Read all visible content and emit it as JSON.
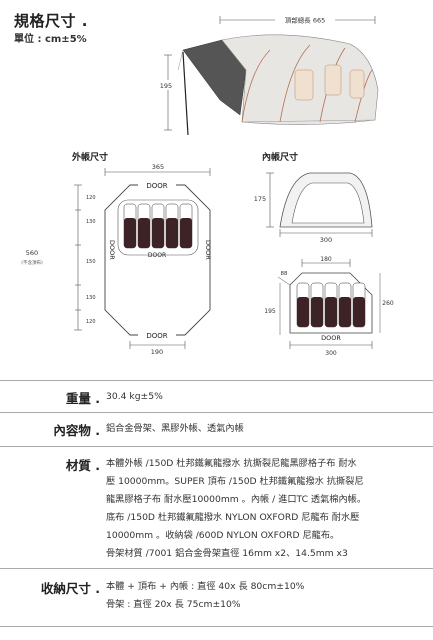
{
  "header": {
    "title": "規格尺寸 .",
    "unit": "單位 : cm±5%"
  },
  "top_diagram": {
    "top_length": "頂部總長 665",
    "height": "195"
  },
  "outer_tent": {
    "label": "外帳尺寸",
    "width_top": "365",
    "width_bottom": "190",
    "length": "560",
    "length_note": "(不含頂布)",
    "segments": [
      "120",
      "130",
      "150",
      "130",
      "120"
    ],
    "door_label": "DOOR"
  },
  "inner_tent": {
    "label": "內帳尺寸",
    "height": "175",
    "width": "300",
    "plan_top": "180",
    "plan_corner": "88",
    "plan_depth": "195",
    "plan_width": "300",
    "plan_height": "260",
    "door_label": "DOOR"
  },
  "specs": [
    {
      "label": "重量 .",
      "lines": [
        "30.4 kg±5%"
      ]
    },
    {
      "label": "內容物 .",
      "lines": [
        "鋁合金骨架、黑膠外帳、透氣內帳"
      ]
    },
    {
      "label": "材質 .",
      "lines": [
        "本體外帳 /150D 杜邦鐵氟龍撥水 抗撕裂尼龍黑膠格子布 耐水",
        "壓 10000mm。SUPER 頂布 /150D 杜邦鐵氟龍撥水 抗撕裂尼",
        "龍黑膠格子布 耐水壓10000mm 。內帳 / 進口TC 透氣棉內帳。",
        "底布 /150D 杜邦鐵氟龍撥水 NYLON OXFORD 尼龍布 耐水壓",
        "10000mm 。收納袋 /600D NYLON OXFORD 尼龍布。",
        "骨架材質 /7001 鋁合金骨架直徑 16mm x2、14.5mm x3"
      ]
    },
    {
      "label": "收納尺寸 .",
      "lines": [
        "本體 + 頂布 + 內帳 : 直徑 40x 長 80cm±10%",
        "骨架 : 直徑 20x 長 75cm±10%"
      ]
    }
  ]
}
